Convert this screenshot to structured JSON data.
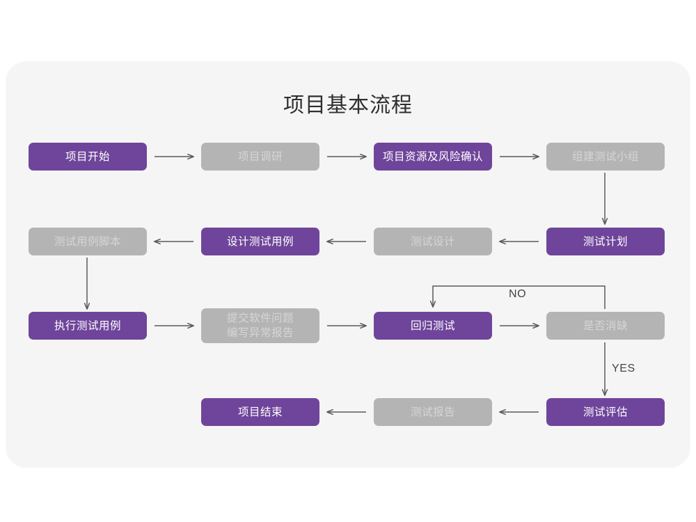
{
  "page": {
    "background": "#ffffff",
    "card_background": "#f5f5f5"
  },
  "title": "项目基本流程",
  "colors": {
    "purple": "#6f459b",
    "purple_text": "#ffffff",
    "gray": "#b4b4b4",
    "gray_text": "#d6d6d6",
    "arrow": "#5a5a5a",
    "title_text": "#2f2f2f",
    "edge_label_text": "#444444"
  },
  "chart_data": {
    "type": "flowchart",
    "title": "项目基本流程",
    "nodes": [
      {
        "id": "n1",
        "label": "项目开始",
        "style": "purple",
        "row": 1,
        "col": 1
      },
      {
        "id": "n2",
        "label": "项目调研",
        "style": "gray",
        "row": 1,
        "col": 2
      },
      {
        "id": "n3",
        "label": "项目资源及风险确认",
        "style": "purple",
        "row": 1,
        "col": 3
      },
      {
        "id": "n4",
        "label": "组建测试小组",
        "style": "gray",
        "row": 1,
        "col": 4
      },
      {
        "id": "n5",
        "label": "测试用例脚本",
        "style": "gray",
        "row": 2,
        "col": 1
      },
      {
        "id": "n6",
        "label": "设计测试用例",
        "style": "purple",
        "row": 2,
        "col": 2
      },
      {
        "id": "n7",
        "label": "测试设计",
        "style": "gray",
        "row": 2,
        "col": 3
      },
      {
        "id": "n8",
        "label": "测试计划",
        "style": "purple",
        "row": 2,
        "col": 4
      },
      {
        "id": "n9",
        "label": "执行测试用例",
        "style": "purple",
        "row": 3,
        "col": 1
      },
      {
        "id": "n10",
        "label": "提交软件问题\n编写异常报告",
        "style": "gray",
        "row": 3,
        "col": 2
      },
      {
        "id": "n11",
        "label": "回归测试",
        "style": "purple",
        "row": 3,
        "col": 3
      },
      {
        "id": "n12",
        "label": "是否消缺",
        "style": "gray",
        "row": 3,
        "col": 4
      },
      {
        "id": "n13",
        "label": "项目结束",
        "style": "purple",
        "row": 4,
        "col": 2
      },
      {
        "id": "n14",
        "label": "测试报告",
        "style": "gray",
        "row": 4,
        "col": 3
      },
      {
        "id": "n15",
        "label": "测试评估",
        "style": "purple",
        "row": 4,
        "col": 4
      }
    ],
    "edges": [
      {
        "from": "n1",
        "to": "n2",
        "label": "",
        "direction": "right"
      },
      {
        "from": "n2",
        "to": "n3",
        "label": "",
        "direction": "right"
      },
      {
        "from": "n3",
        "to": "n4",
        "label": "",
        "direction": "right"
      },
      {
        "from": "n4",
        "to": "n8",
        "label": "",
        "direction": "down"
      },
      {
        "from": "n8",
        "to": "n7",
        "label": "",
        "direction": "left"
      },
      {
        "from": "n7",
        "to": "n6",
        "label": "",
        "direction": "left"
      },
      {
        "from": "n6",
        "to": "n5",
        "label": "",
        "direction": "left"
      },
      {
        "from": "n5",
        "to": "n9",
        "label": "",
        "direction": "down"
      },
      {
        "from": "n9",
        "to": "n10",
        "label": "",
        "direction": "right"
      },
      {
        "from": "n10",
        "to": "n11",
        "label": "",
        "direction": "right"
      },
      {
        "from": "n11",
        "to": "n12",
        "label": "",
        "direction": "right"
      },
      {
        "from": "n12",
        "to": "n11",
        "label": "NO",
        "direction": "loop-up-left"
      },
      {
        "from": "n12",
        "to": "n15",
        "label": "YES",
        "direction": "down"
      },
      {
        "from": "n15",
        "to": "n14",
        "label": "",
        "direction": "left"
      },
      {
        "from": "n14",
        "to": "n13",
        "label": "",
        "direction": "left"
      }
    ],
    "edge_labels": [
      "NO",
      "YES"
    ]
  }
}
